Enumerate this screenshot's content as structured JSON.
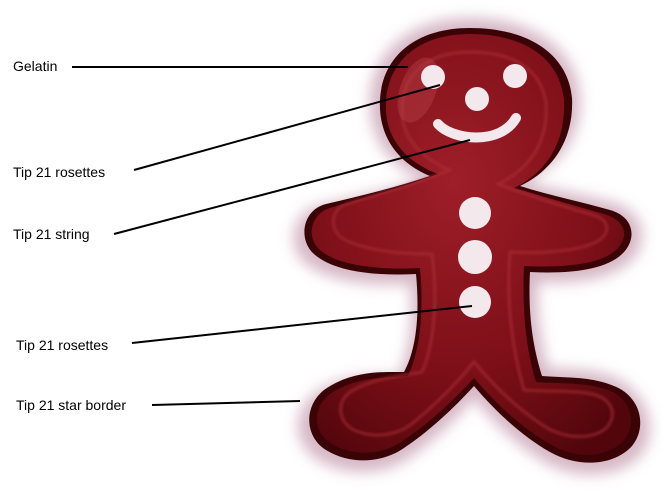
{
  "diagram": {
    "callouts": [
      {
        "id": "gelatin",
        "label": "Gelatin"
      },
      {
        "id": "tip21-rosettes-face",
        "label": "Tip 21 rosettes"
      },
      {
        "id": "tip21-string",
        "label": "Tip 21 string"
      },
      {
        "id": "tip21-rosettes-buttons",
        "label": "Tip 21 rosettes"
      },
      {
        "id": "tip21-star-border",
        "label": "Tip 21 star border"
      }
    ]
  },
  "colors": {
    "gelatin": "#7d0f18",
    "gelatin_dark": "#4a0508",
    "gelatin_highlight": "#b2313a",
    "border_glow": "#c8a8b4",
    "icing": "#f3e8ec",
    "leader_line": "#000000",
    "label_text": "#000000",
    "background": "#ffffff"
  }
}
